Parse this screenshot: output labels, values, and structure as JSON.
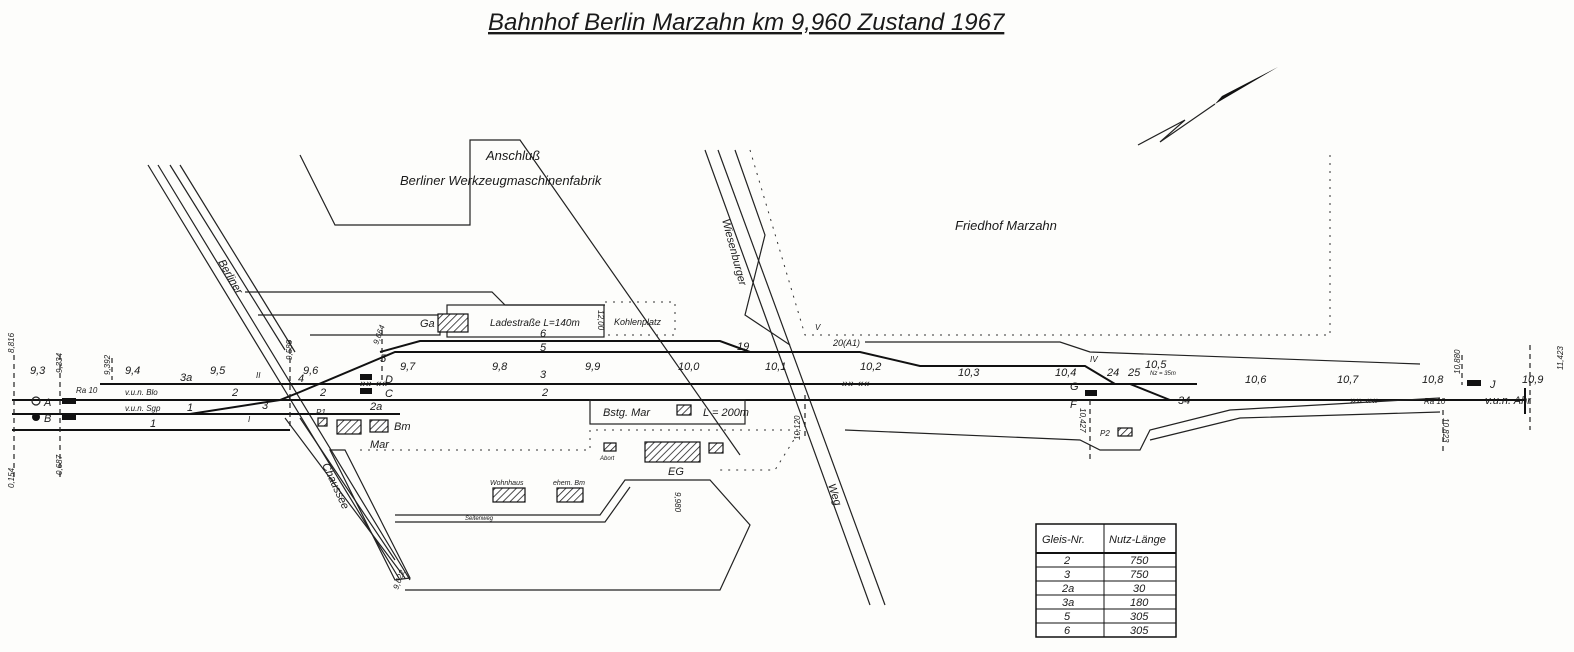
{
  "title": "Bahnhof Berlin Marzahn km 9,960 Zustand 1967",
  "areas": {
    "anschluss": "Anschluß",
    "factory": "Berliner Werkzeugmaschinenfabrik",
    "cemetery": "Friedhof Marzahn",
    "road_berliner": "Berliner",
    "road_chaussee": "Chaussee",
    "road_wiesenburger": "Wiesenburger",
    "road_weg": "Weg",
    "loading_road": "Ladestraße L=140m",
    "coal_yard": "Kohlenplatz",
    "loading_width": "12,00",
    "platform": "Bstg. Mar",
    "platform_length": "L = 200m",
    "station_building": "EG",
    "toilet": "Abort",
    "residence": "Wohnhaus",
    "former_bm": "ehem. Bm",
    "side_path": "Seitenweg",
    "ga": "Ga",
    "bm": "Bm",
    "mar": "Mar",
    "p1": "P1",
    "p2": "P2"
  },
  "km_points": [
    "9,3",
    "9,4",
    "9,5",
    "9,6",
    "9,7",
    "9,8",
    "9,9",
    "10,0",
    "10,1",
    "10,2",
    "10,3",
    "10,4",
    "10,5",
    "10,6",
    "10,7",
    "10,8",
    "10,9"
  ],
  "km_posts": [
    "8,816",
    "9,334",
    "9,392",
    "9,580",
    "9,664",
    "0,154",
    "0,687",
    "9,622",
    "10,120",
    "9,980",
    "10,427",
    "10,880",
    "10,823",
    "11,423"
  ],
  "tracks": {
    "t3a": "3a",
    "t2": "2",
    "t1": "1",
    "t3": "3",
    "t2a": "2a",
    "t5": "5",
    "t6": "6",
    "t2b": "2",
    "t3b": "3"
  },
  "switches": {
    "w1": "1",
    "w2": "2",
    "w3": "3",
    "w4": "4",
    "w5": "5",
    "w19": "19",
    "w20": "20(A1)",
    "w24": "24",
    "w25": "25",
    "w34": "34"
  },
  "signals": {
    "A": "A",
    "B": "B",
    "D": "D",
    "C": "C",
    "G": "G",
    "F": "F",
    "J": "J",
    "I": "I",
    "II": "II",
    "IV": "IV",
    "V": "V"
  },
  "directions": {
    "blo": "v.u.n. Blo",
    "sgp": "v.u.n. Sgp",
    "ahr": "v.u.n. Ahr",
    "ra10_left": "Ra 10",
    "ra10_right": "Ra 10",
    "nz": "Nz = 35m"
  },
  "table": {
    "headers": [
      "Gleis-Nr.",
      "Nutz-Länge"
    ],
    "rows": [
      [
        "2",
        "750"
      ],
      [
        "3",
        "750"
      ],
      [
        "2a",
        "30"
      ],
      [
        "3a",
        "180"
      ],
      [
        "5",
        "305"
      ],
      [
        "6",
        "305"
      ]
    ]
  }
}
